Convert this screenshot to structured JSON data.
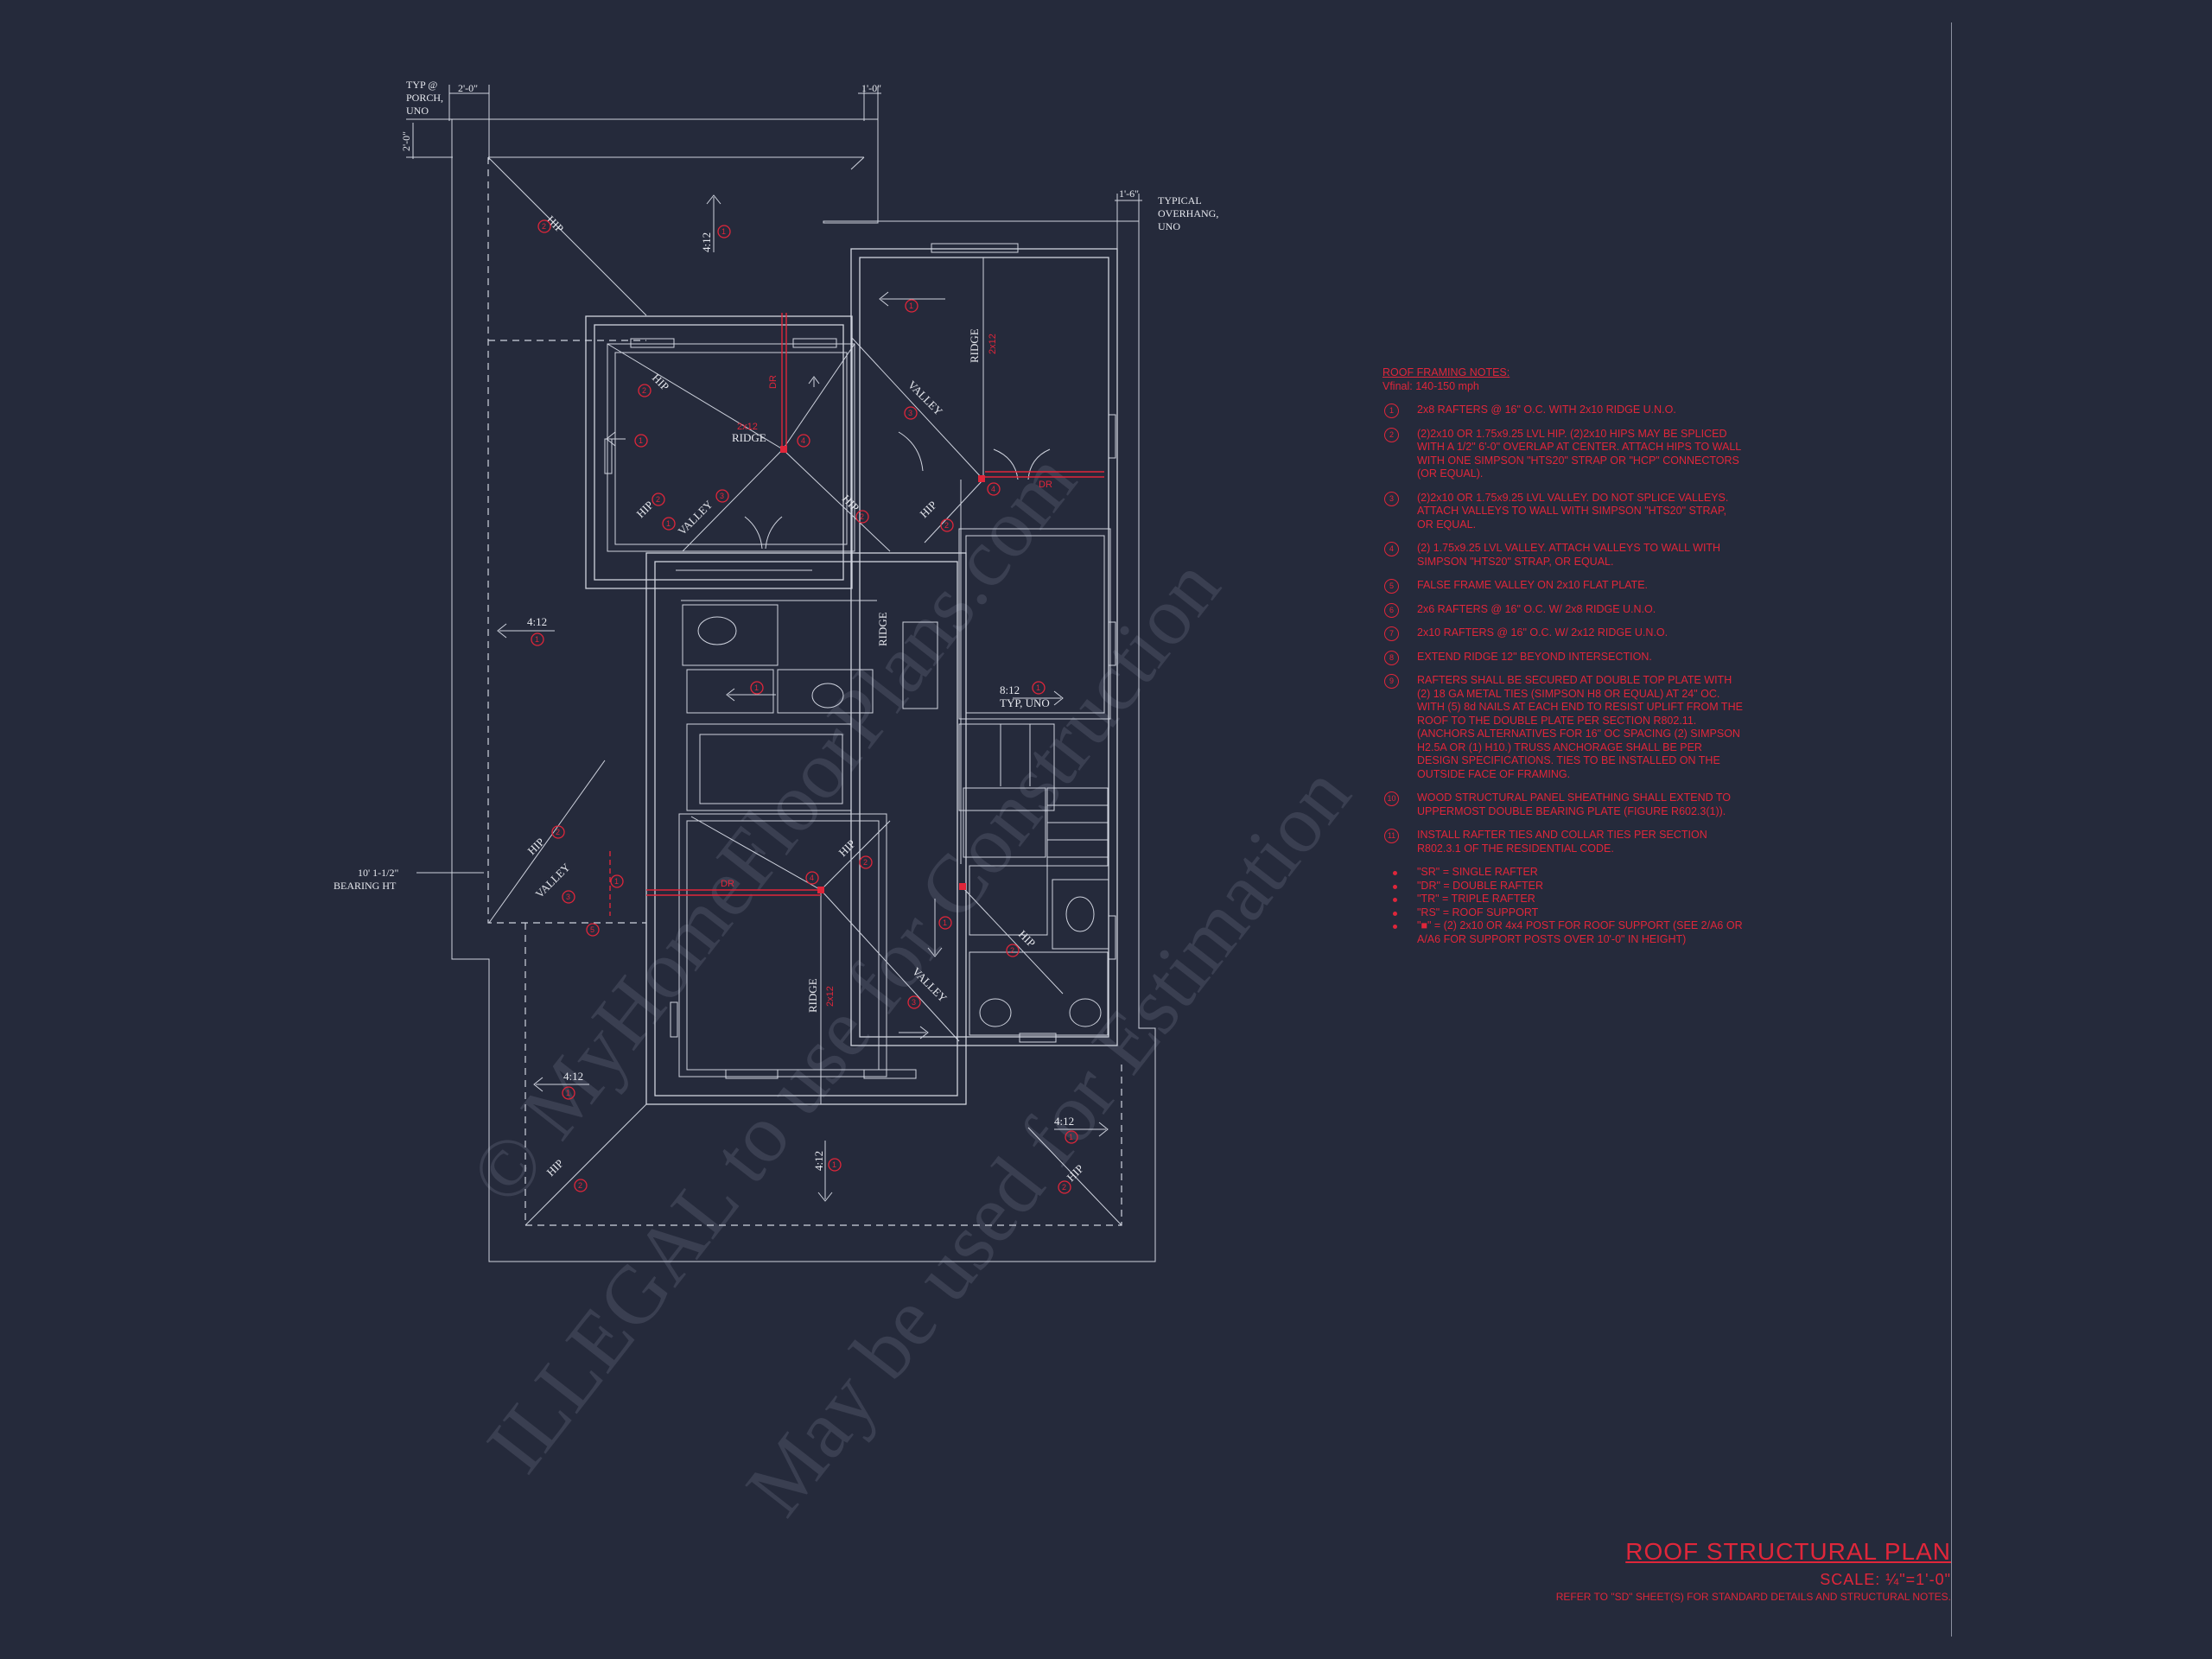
{
  "watermarks": [
    "© MyHomeFloorPlans.com",
    "ILLEGAL to use for Construction",
    "May be used for Estimation"
  ],
  "dims": {
    "typ_porch": [
      "TYP @",
      "PORCH,",
      "UNO"
    ],
    "d_2_0_top": "2'-0\"",
    "d_2_0_side": "2'-0\"",
    "d_1_0": "1'-0\"",
    "d_1_6": "1'-6\"",
    "typical_overhang": [
      "TYPICAL",
      "OVERHANG,",
      "UNO"
    ],
    "bearing_ht": [
      "10' 1-1/2\"",
      "BEARING HT"
    ]
  },
  "labels": {
    "hip": "HIP",
    "valley": "VALLEY",
    "ridge": "RIDGE",
    "dr": "DR",
    "pitch_4_12": "4:12",
    "pitch_8_12": "8:12",
    "typ_uno": "TYP, UNO",
    "ridge_size": "2x12"
  },
  "tags": {
    "t1": "1",
    "t2": "2",
    "t3": "3",
    "t4": "4",
    "t5": "5",
    "t6": "6",
    "t7": "7",
    "t8": "8"
  },
  "notes": {
    "title": "ROOF FRAMING NOTES:",
    "subtitle": "Vfinal: 140-150 mph",
    "items": [
      {
        "n": "1",
        "text": "2x8 RAFTERS @ 16\" O.C. WITH 2x10 RIDGE U.N.O."
      },
      {
        "n": "2",
        "text": "(2)2x10 OR 1.75x9.25 LVL HIP. (2)2x10 HIPS MAY BE SPLICED WITH A 1/2\" 6'-0\" OVERLAP AT CENTER. ATTACH HIPS TO WALL WITH ONE SIMPSON \"HTS20\" STRAP OR \"HCP\" CONNECTORS (OR EQUAL)."
      },
      {
        "n": "3",
        "text": "(2)2x10 OR 1.75x9.25 LVL VALLEY. DO NOT SPLICE VALLEYS. ATTACH VALLEYS TO WALL WITH SIMPSON \"HTS20\" STRAP, OR EQUAL."
      },
      {
        "n": "4",
        "text": "(2) 1.75x9.25 LVL VALLEY. ATTACH VALLEYS TO WALL WITH SIMPSON \"HTS20\" STRAP, OR EQUAL."
      },
      {
        "n": "5",
        "text": "FALSE FRAME VALLEY ON 2x10 FLAT PLATE."
      },
      {
        "n": "6",
        "text": "2x6 RAFTERS @ 16\" O.C. W/ 2x8 RIDGE U.N.O."
      },
      {
        "n": "7",
        "text": "2x10 RAFTERS @ 16\" O.C. W/ 2x12 RIDGE U.N.O."
      },
      {
        "n": "8",
        "text": "EXTEND RIDGE 12\" BEYOND INTERSECTION."
      },
      {
        "n": "9",
        "text": "RAFTERS SHALL BE SECURED AT DOUBLE TOP PLATE WITH (2) 18 GA METAL TIES (SIMPSON H8 OR EQUAL) AT 24\" OC. WITH (5) 8d NAILS AT EACH END TO RESIST UPLIFT FROM THE ROOF TO THE DOUBLE PLATE PER SECTION R802.11. (ANCHORS ALTERNATIVES FOR 16\" OC SPACING (2) SIMPSON H2.5A OR (1) H10.) TRUSS ANCHORAGE SHALL BE PER DESIGN SPECIFICATIONS. TIES TO BE INSTALLED ON THE OUTSIDE FACE OF FRAMING."
      },
      {
        "n": "10",
        "text": "WOOD STRUCTURAL PANEL SHEATHING SHALL EXTEND TO UPPERMOST DOUBLE BEARING PLATE (FIGURE R602.3(1))."
      },
      {
        "n": "11",
        "text": "INSTALL RAFTER TIES AND COLLAR TIES PER SECTION R802.3.1 OF THE RESIDENTIAL CODE."
      }
    ],
    "legend": [
      "\"SR\" = SINGLE RAFTER",
      "\"DR\" = DOUBLE RAFTER",
      "\"TR\" = TRIPLE RAFTER",
      "\"RS\" = ROOF SUPPORT",
      "\"■\" = (2) 2x10 OR 4x4 POST FOR ROOF SUPPORT (SEE 2/A6 OR A/A6 FOR SUPPORT POSTS OVER 10'-0\" IN HEIGHT)"
    ]
  },
  "title_block": {
    "title": "ROOF STRUCTURAL PLAN",
    "scale": "SCALE: ¼\"=1'-0\"",
    "refer": "REFER TO \"SD\" SHEET(S) FOR STANDARD DETAILS AND STRUCTURAL NOTES."
  }
}
